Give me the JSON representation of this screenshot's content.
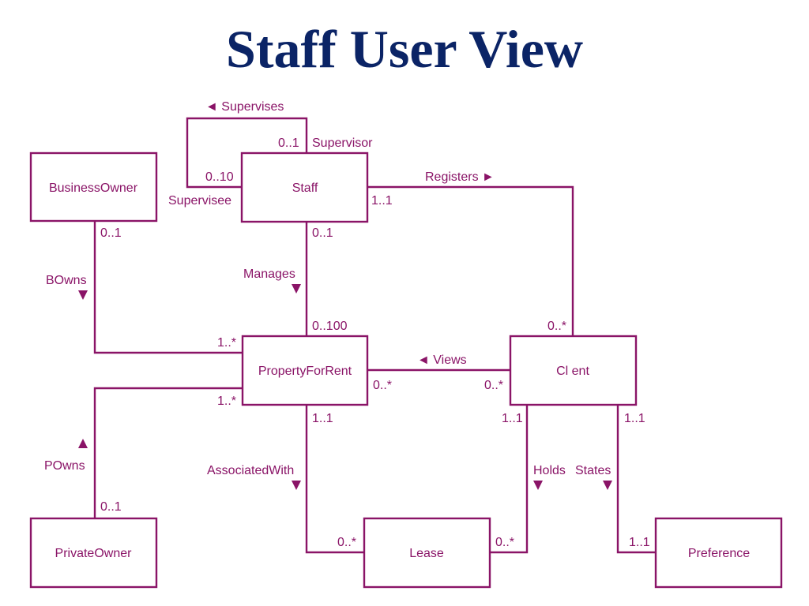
{
  "title": "Staff User View",
  "colors": {
    "title": "#0b2466",
    "diagram": "#8a1467"
  },
  "entities": {
    "business_owner": "BusinessOwner",
    "staff": "Staff",
    "property_for_rent": "PropertyForRent",
    "client": "Cl ent",
    "private_owner": "PrivateOwner",
    "lease": "Lease",
    "preference": "Preference"
  },
  "relationships": {
    "supervises": "◄ Supervises",
    "registers": "Registers ►",
    "bowns": "BOwns",
    "manages": "Manages",
    "views": "◄ Views",
    "powns": "POwns",
    "associated_with": "AssociatedWith",
    "holds": "Holds",
    "states": "States"
  },
  "roles": {
    "supervisor": "Supervisor",
    "supervisee": "Supervisee"
  },
  "multiplicities": {
    "supervises_supervisor": "0..1",
    "supervises_supervisee": "0..10",
    "registers_staff": "1..1",
    "registers_client": "0..*",
    "bowns_owner": "0..1",
    "bowns_property": "1..*",
    "manages_staff": "0..1",
    "manages_property": "0..100",
    "views_property": "0..*",
    "views_client": "0..*",
    "powns_property": "1..*",
    "powns_owner": "0..1",
    "assoc_property": "1..1",
    "assoc_lease": "0..*",
    "holds_client": "1..1",
    "holds_lease": "0..*",
    "states_client": "1..1",
    "states_preference": "1..1"
  }
}
